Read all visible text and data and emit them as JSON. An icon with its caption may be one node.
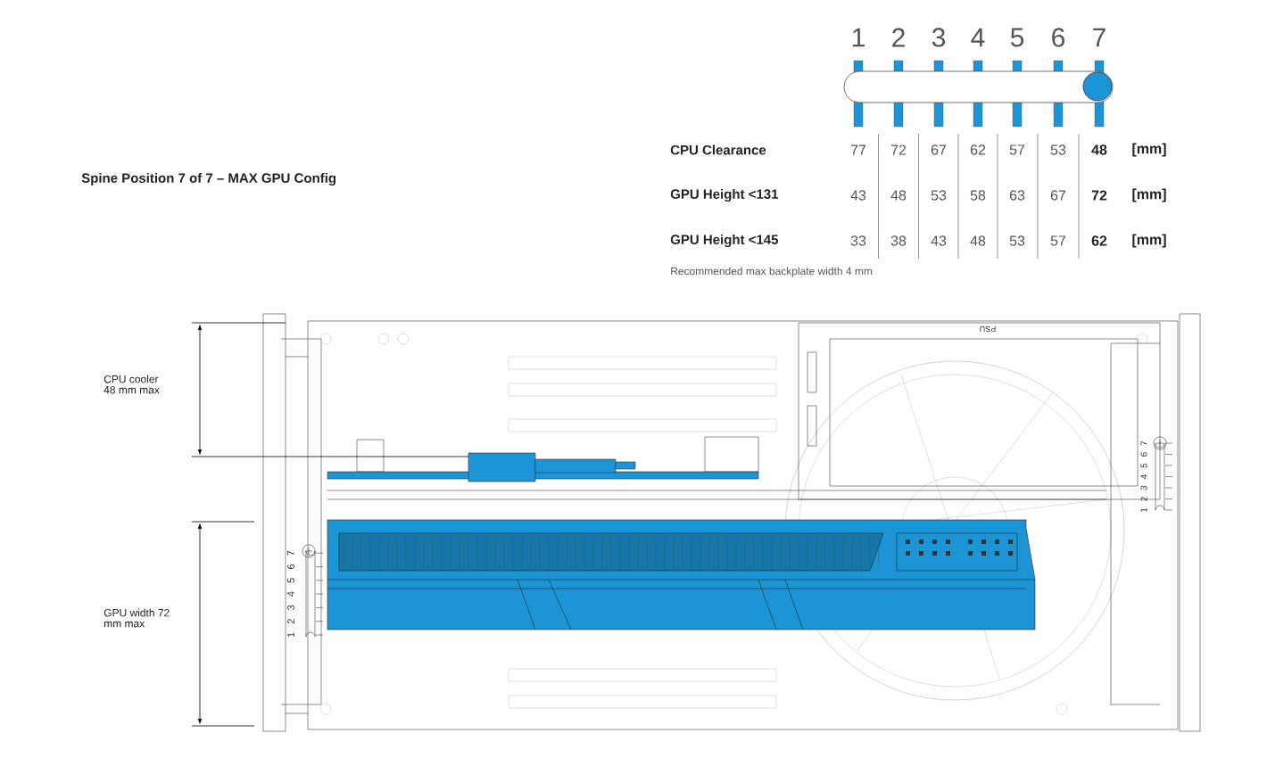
{
  "diagram": {
    "title": "Spine Position 7 of 7 – MAX GPU Config",
    "labels": [
      "1",
      "2",
      "3",
      "4",
      "5",
      "6",
      "7",
      "CPU Clearance",
      "77",
      "72",
      "67",
      "62",
      "57",
      "53",
      "48",
      "[mm]",
      "GPU Height <131",
      "43",
      "48",
      "53",
      "58",
      "63",
      "67",
      "72",
      "[mm]",
      "GPU Height <145",
      "33",
      "38",
      "43",
      "48",
      "53",
      "57",
      "62",
      "[mm]",
      "Recommended max backplate width 4 mm",
      "CPU cooler 48 mm max",
      "PSU",
      "1",
      "2",
      "3",
      "4",
      "5",
      "6",
      "7",
      "GPU width 72 mm max",
      "1",
      "2",
      "3",
      "4",
      "5",
      "6",
      "7"
    ]
  }
}
